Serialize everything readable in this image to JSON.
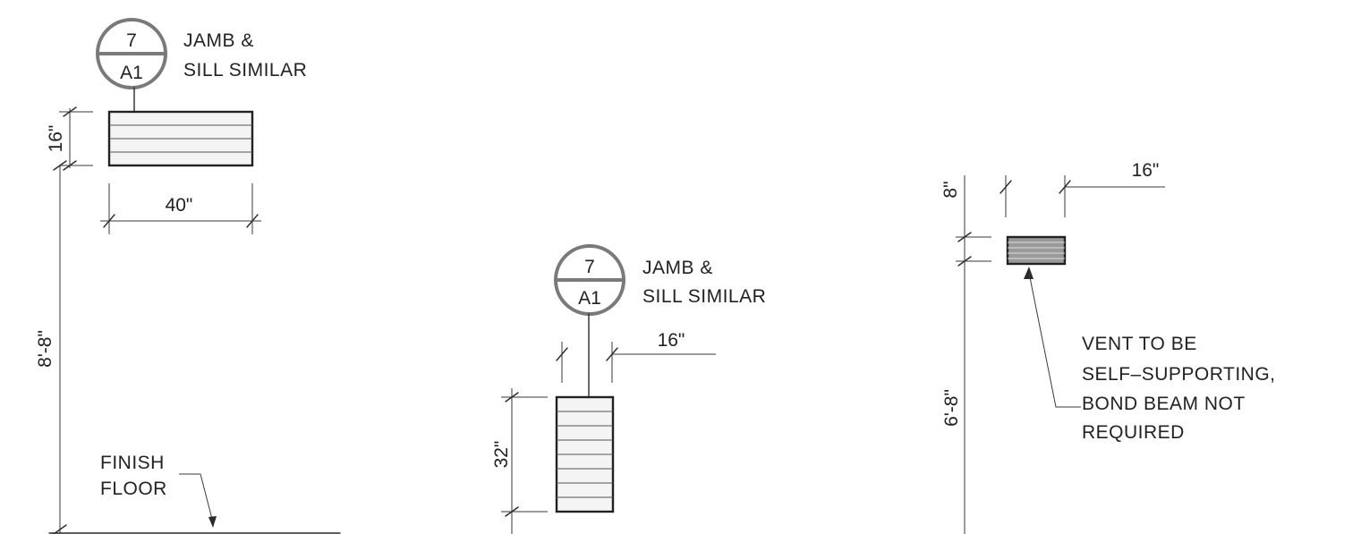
{
  "details": [
    {
      "callout": {
        "detail_number": "7",
        "sheet": "A1",
        "note_line1": "JAMB  &",
        "note_line2": "SILL  SIMILAR"
      },
      "height_dim": "16\"",
      "width_dim": "40\"",
      "elevation_dim": "8'-8\"",
      "floor_note_line1": "FINISH",
      "floor_note_line2": "FLOOR"
    },
    {
      "callout": {
        "detail_number": "7",
        "sheet": "A1",
        "note_line1": "JAMB  &",
        "note_line2": "SILL  SIMILAR"
      },
      "width_dim": "16\"",
      "height_dim": "32\""
    },
    {
      "height_dim": "8\"",
      "width_dim": "16\"",
      "elevation_dim": "6'-8\"",
      "note_lines": [
        "VENT  TO  BE",
        "SELF–SUPPORTING,",
        "BOND  BEAM  NOT",
        "REQUIRED"
      ]
    }
  ]
}
